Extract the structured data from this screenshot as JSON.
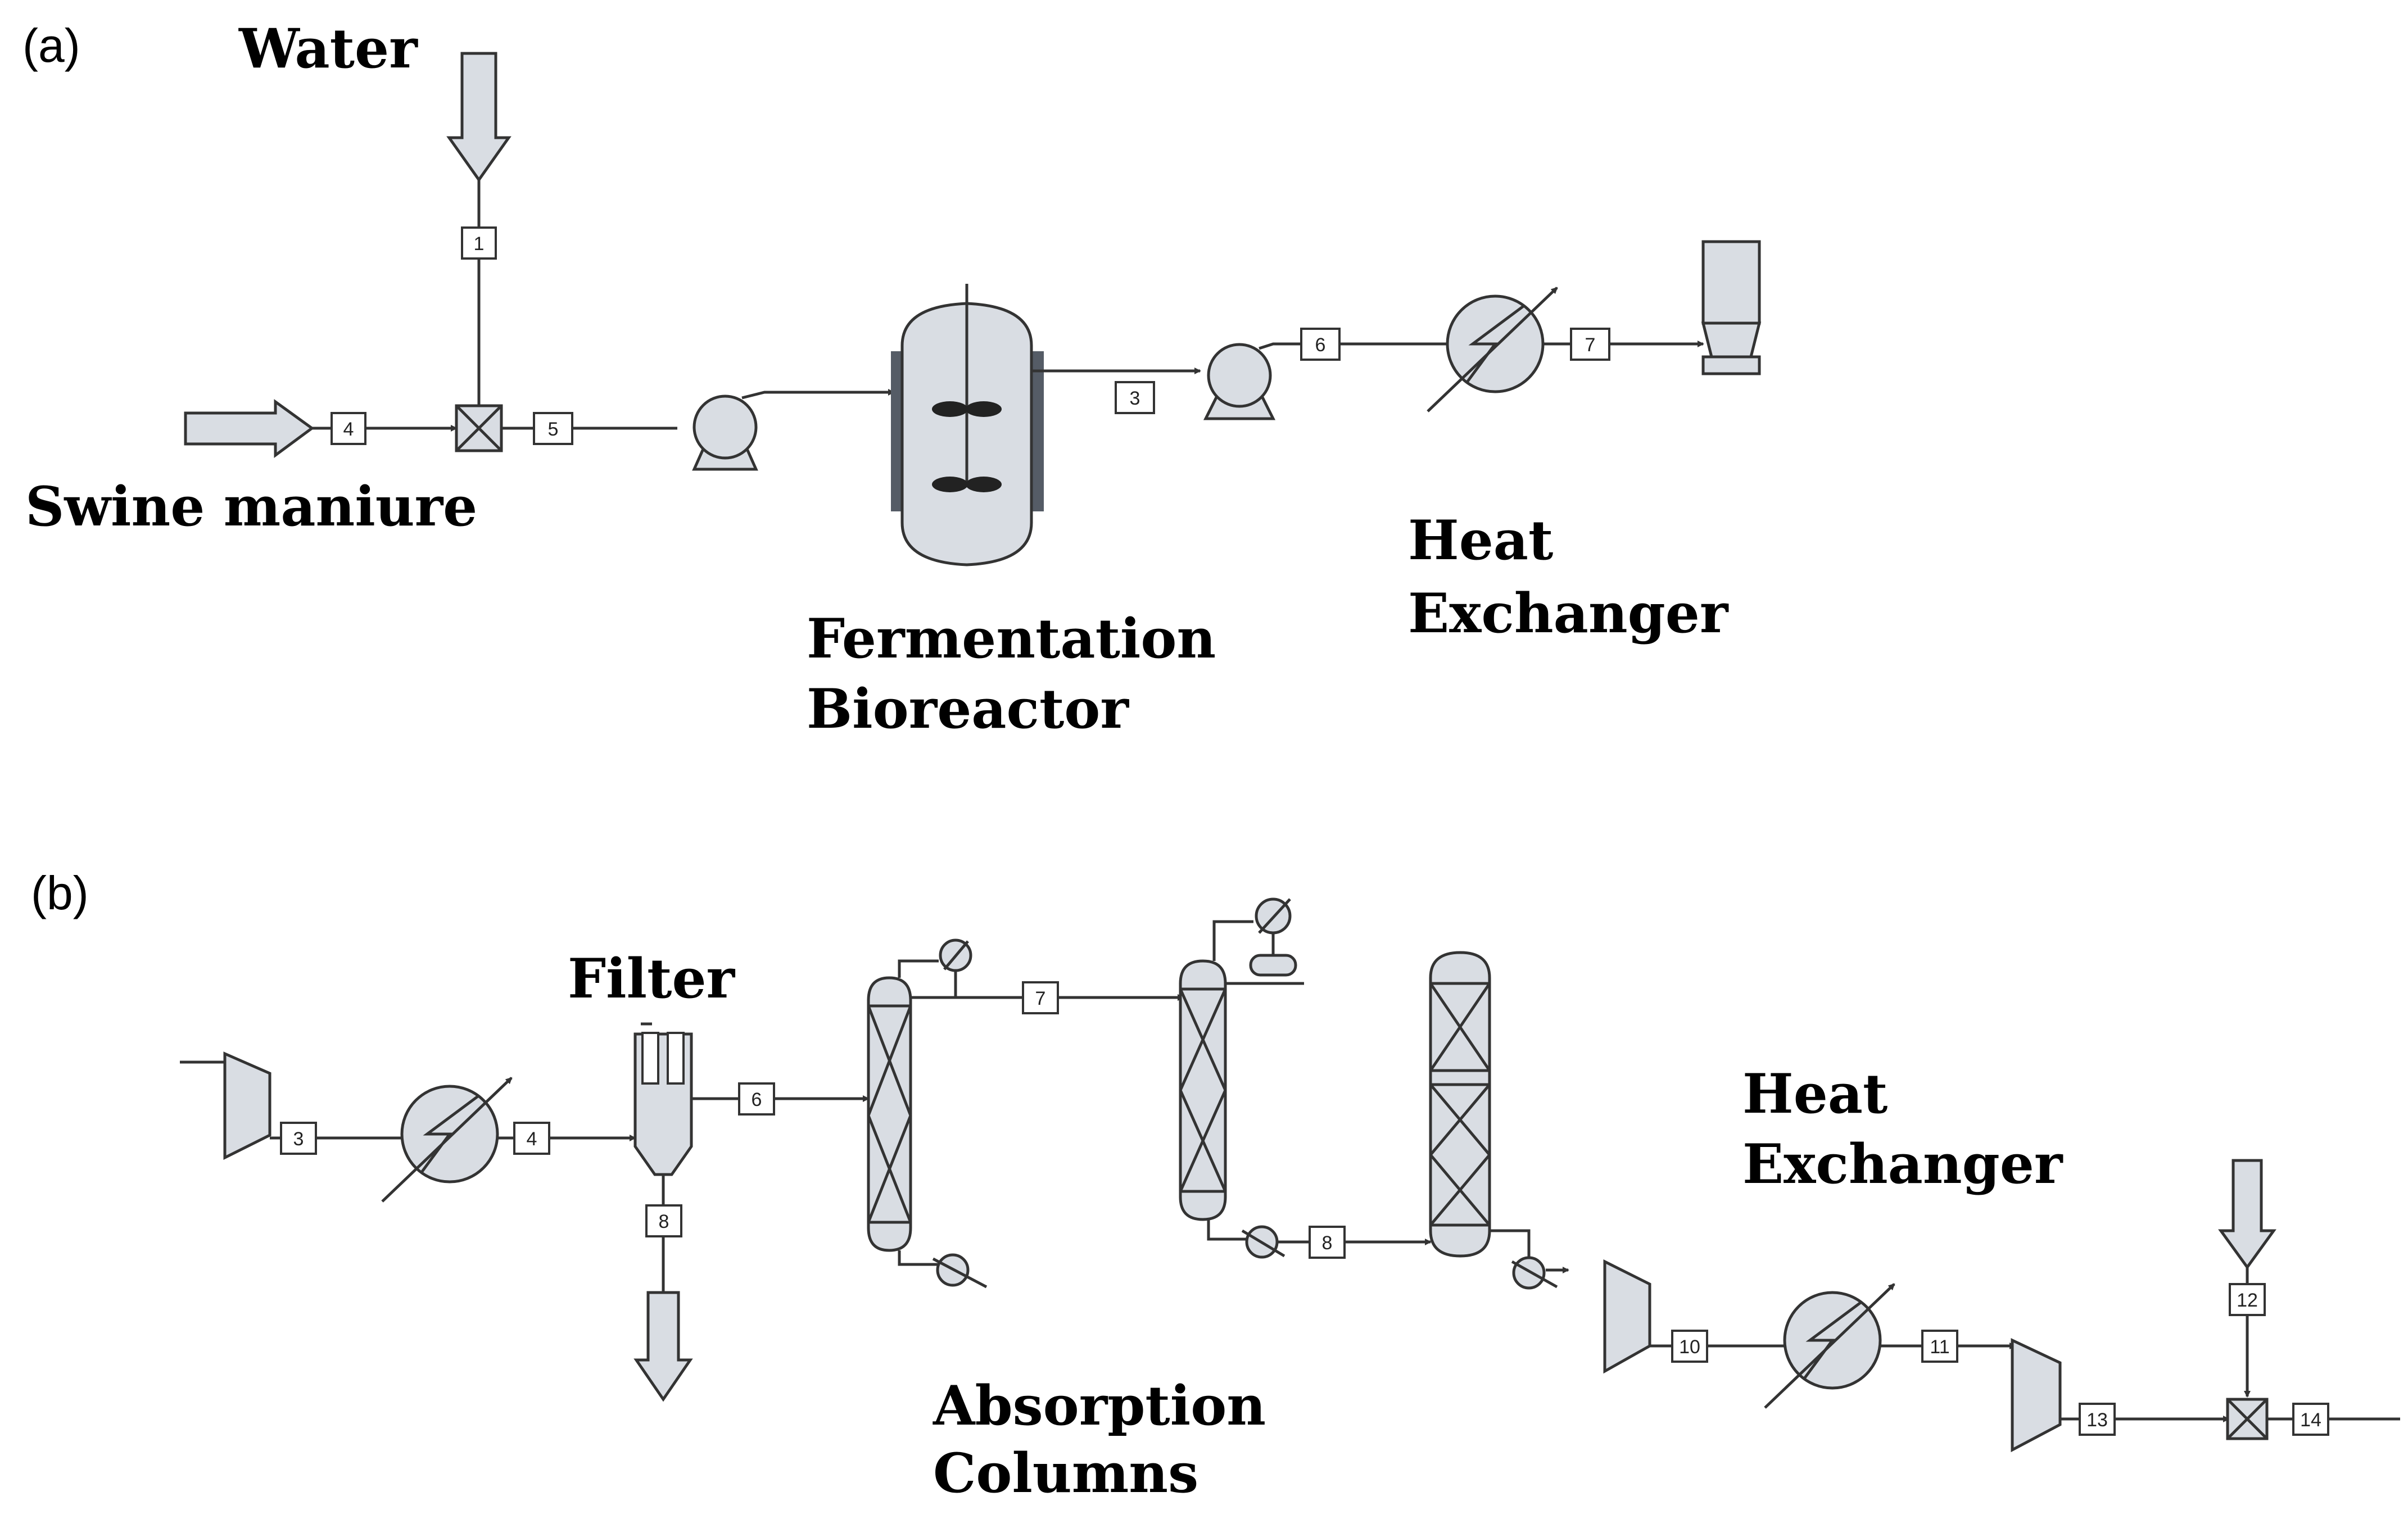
{
  "panels": {
    "a": "(a)",
    "b": "(b)"
  },
  "labels_a": {
    "water": "Water",
    "swine_manure": "Swine maniure",
    "fermentation_1": "Fermentation",
    "fermentation_2": "Bioreactor",
    "heat_1": "Heat",
    "heat_2": "Exchanger"
  },
  "labels_b": {
    "filter": "Filter",
    "heat_1": "Heat",
    "heat_2": "Exchanger",
    "absorption_1": "Absorption",
    "absorption_2": "Columns"
  },
  "streams_a": [
    "1",
    "4",
    "5",
    "3",
    "6",
    "7"
  ],
  "streams_b": [
    "3",
    "4",
    "8",
    "6",
    "7",
    "8",
    "10",
    "11",
    "13",
    "12",
    "14"
  ],
  "colors": {
    "equipment_fill": "#d9dde3",
    "line": "#333333",
    "reactor_jacket": "#555c66"
  }
}
